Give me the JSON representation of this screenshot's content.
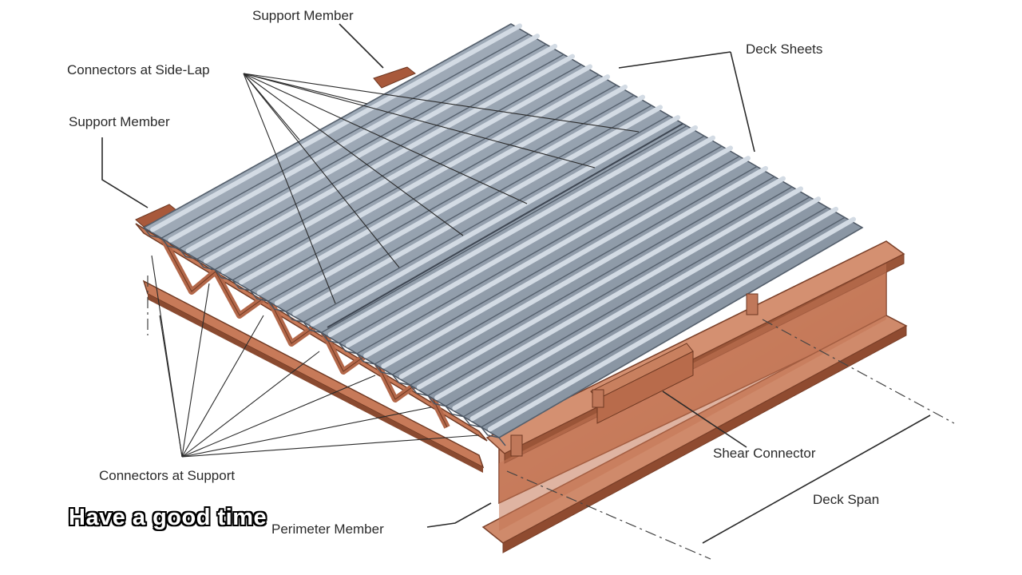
{
  "labels": {
    "support_member_top": "Support Member",
    "connectors_side_lap": "Connectors at Side-Lap",
    "support_member_left": "Support Member",
    "deck_sheets": "Deck Sheets",
    "shear_connector": "Shear Connector",
    "connectors_at_support": "Connectors at Support",
    "deck_span": "Deck Span",
    "perimeter_member": "Perimeter Member"
  },
  "caption": "Have a good time",
  "colors": {
    "deck": "#8e9aa8",
    "deck_light": "#c9d2dc",
    "deck_dark": "#5f6b78",
    "steel": "#c07050",
    "steel_dark": "#8a4a30",
    "steel_light": "#d9977a"
  }
}
